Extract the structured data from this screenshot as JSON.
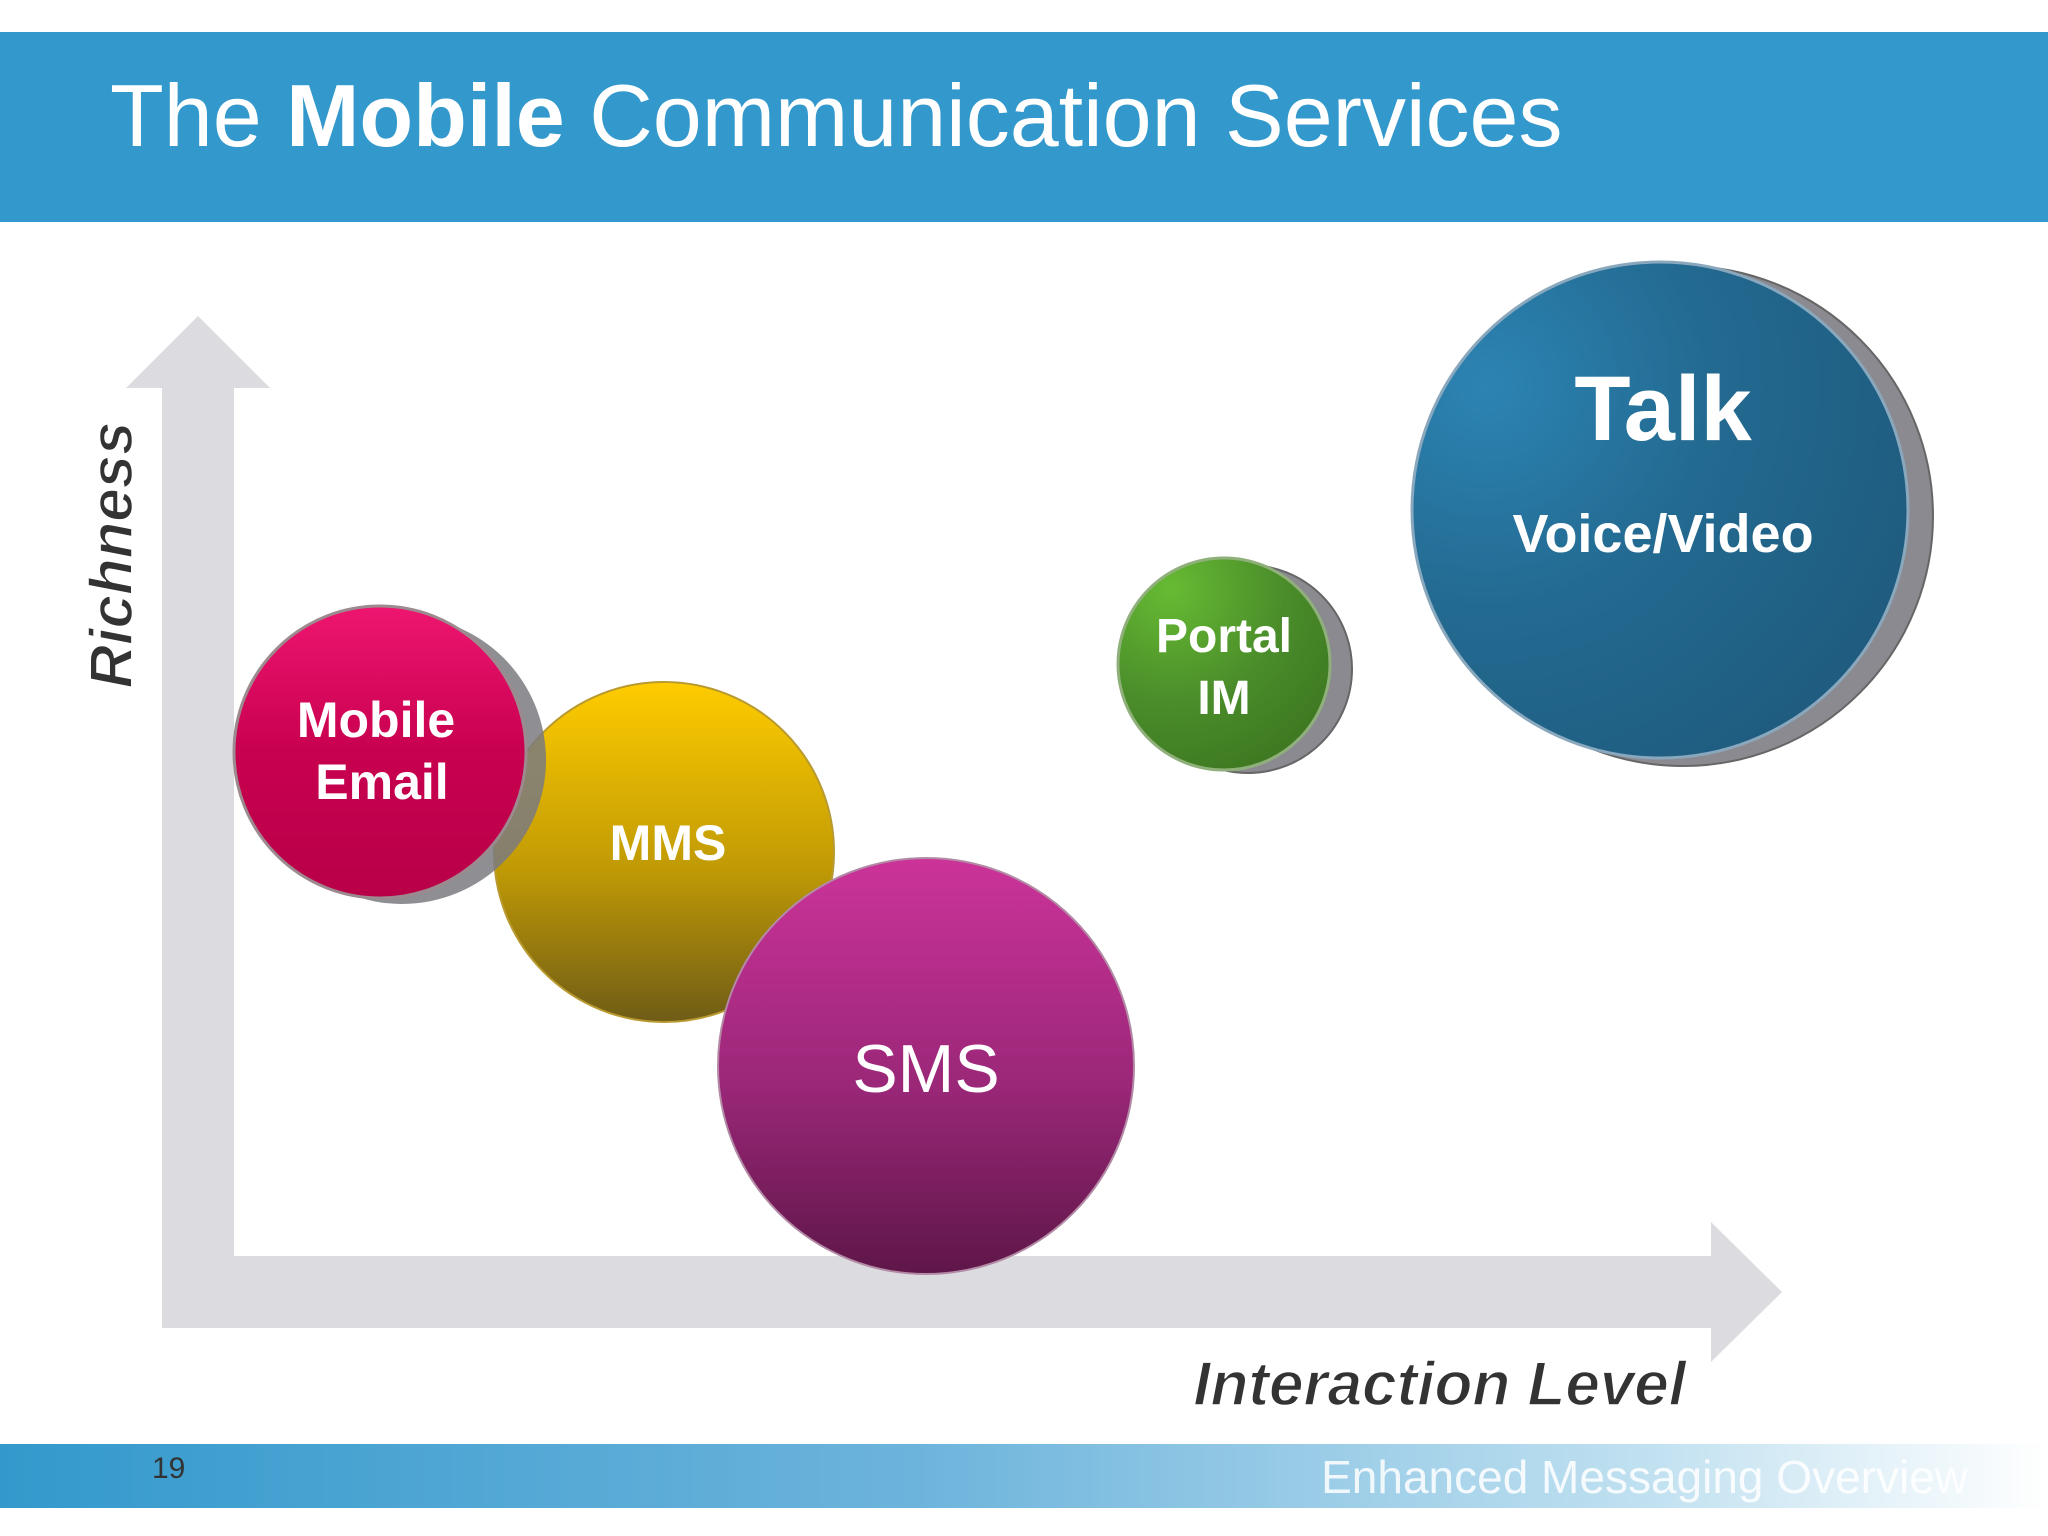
{
  "title": {
    "prefix": "The ",
    "bold": "Mobile",
    "suffix": " Communication Services"
  },
  "axes": {
    "y_label": "Richness",
    "x_label": "Interaction Level"
  },
  "bubbles": {
    "mobile_email": {
      "line1": "Mobile",
      "line2": "Email"
    },
    "mms": {
      "label": "MMS"
    },
    "sms": {
      "label": "SMS"
    },
    "portal_im": {
      "line1": "Portal",
      "line2": "IM"
    },
    "talk": {
      "line1": "Talk",
      "line2": "Voice/Video"
    }
  },
  "colors": {
    "header": "#3399cc",
    "mobile_email": "#c8004f",
    "mms": "#d4a800",
    "sms": "#a02a80",
    "portal_im": "#4a8c2a",
    "talk": "#236a91",
    "axis_arrow": "#dcdbdf"
  },
  "footer": {
    "page_number": "19",
    "caption": "Enhanced Messaging Overview"
  }
}
